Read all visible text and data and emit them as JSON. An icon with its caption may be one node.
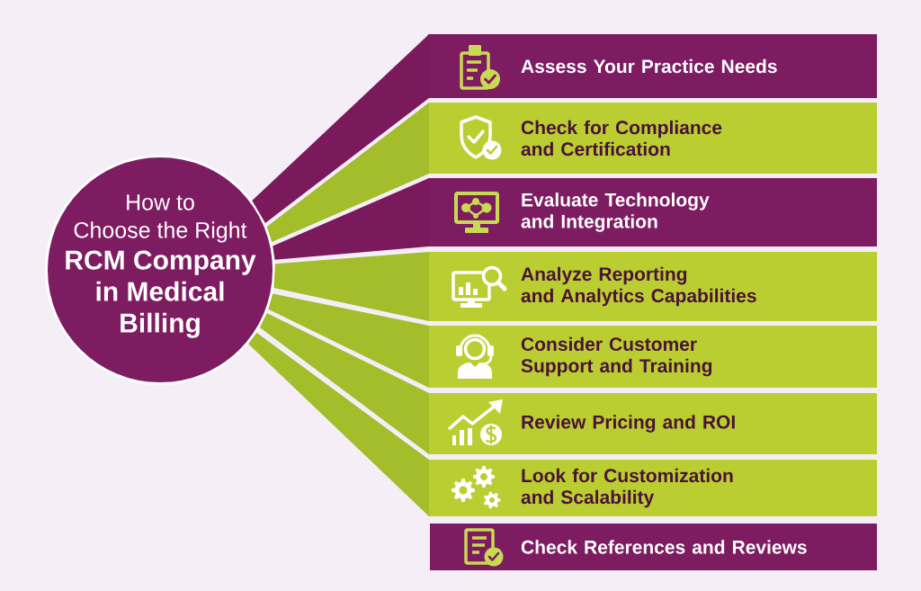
{
  "diagram": {
    "nodes": [
      {
        "text": [
          "How to Choose the Right",
          "RCM Company in Medical Billing"
        ]
      },
      {
        "text": [
          "Assess Your Practice Needs"
        ]
      },
      {
        "text": [
          "Check for Compliance and Certification"
        ]
      },
      {
        "text": [
          "Evaluate Technology and Integration"
        ]
      },
      {
        "text": [
          "Analyze Reporting and Analytics Capabilities"
        ]
      },
      {
        "text": [
          "Consider Customer Support and Training"
        ]
      },
      {
        "text": [
          "Review Pricing and ROI"
        ]
      },
      {
        "text": [
          "Look for Customization and Scalability"
        ]
      },
      {
        "text": [
          "Check References and Reviews"
        ]
      }
    ],
    "edges": [
      {
        "from": 0,
        "to": 1,
        "arrow": "none",
        "color": "#7a1a5c"
      },
      {
        "from": 0,
        "to": 2,
        "arrow": "none"
      },
      {
        "from": 0,
        "to": 3,
        "arrow": "none",
        "color": "#7a1a5c"
      },
      {
        "from": 0,
        "to": 4,
        "arrow": "none"
      },
      {
        "from": 0,
        "to": 5,
        "arrow": "none"
      },
      {
        "from": 0,
        "to": 6,
        "arrow": "none"
      },
      {
        "from": 0,
        "to": 7,
        "arrow": "none"
      }
    ]
  }
}
